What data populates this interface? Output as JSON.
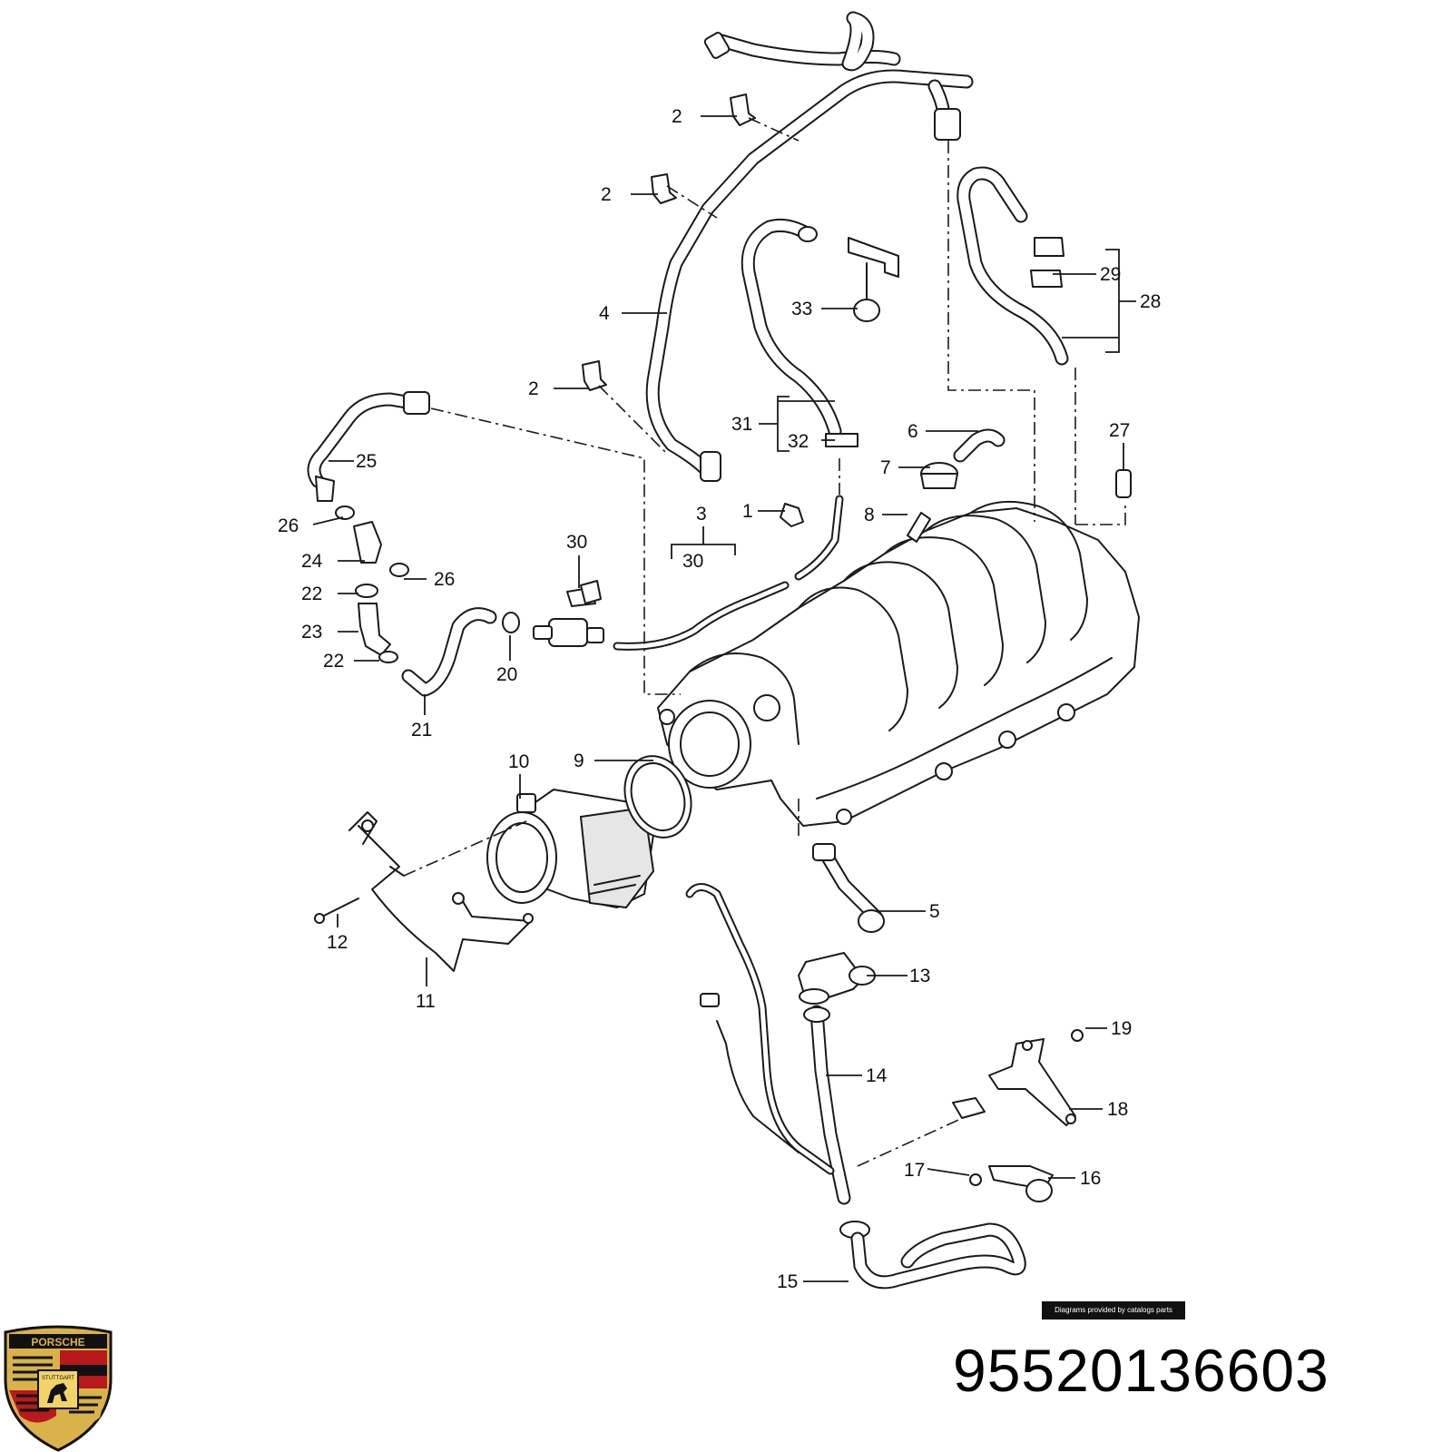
{
  "diagram": {
    "callouts": [
      {
        "id": "c2a",
        "label": "2"
      },
      {
        "id": "c2b",
        "label": "2"
      },
      {
        "id": "c4",
        "label": "4"
      },
      {
        "id": "c2c",
        "label": "2"
      },
      {
        "id": "c25",
        "label": "25"
      },
      {
        "id": "c26a",
        "label": "26"
      },
      {
        "id": "c24",
        "label": "24"
      },
      {
        "id": "c26b",
        "label": "26"
      },
      {
        "id": "c22a",
        "label": "22"
      },
      {
        "id": "c23",
        "label": "23"
      },
      {
        "id": "c22b",
        "label": "22"
      },
      {
        "id": "c21",
        "label": "21"
      },
      {
        "id": "c20",
        "label": "20"
      },
      {
        "id": "c30a",
        "label": "30"
      },
      {
        "id": "c3",
        "label": "3"
      },
      {
        "id": "c30b",
        "label": "30"
      },
      {
        "id": "c1",
        "label": "1"
      },
      {
        "id": "c31",
        "label": "31"
      },
      {
        "id": "c32",
        "label": "32"
      },
      {
        "id": "c33",
        "label": "33"
      },
      {
        "id": "c6",
        "label": "6"
      },
      {
        "id": "c7",
        "label": "7"
      },
      {
        "id": "c8",
        "label": "8"
      },
      {
        "id": "c27",
        "label": "27"
      },
      {
        "id": "c29",
        "label": "29"
      },
      {
        "id": "c28",
        "label": "28"
      },
      {
        "id": "c10",
        "label": "10"
      },
      {
        "id": "c9",
        "label": "9"
      },
      {
        "id": "c12",
        "label": "12"
      },
      {
        "id": "c11",
        "label": "11"
      },
      {
        "id": "c5",
        "label": "5"
      },
      {
        "id": "c13",
        "label": "13"
      },
      {
        "id": "c14",
        "label": "14"
      },
      {
        "id": "c19",
        "label": "19"
      },
      {
        "id": "c18",
        "label": "18"
      },
      {
        "id": "c17",
        "label": "17"
      },
      {
        "id": "c16",
        "label": "16"
      },
      {
        "id": "c15",
        "label": "15"
      }
    ]
  },
  "credit": "Diagrams provided by catalogs parts",
  "part_number": "95520136603",
  "brand": {
    "logo_text": "PORSCHE",
    "logo_city": "STUTTGART"
  },
  "colors": {
    "line": "#1a1a1a",
    "logo_gold": "#d9b24a",
    "logo_red": "#b8191c",
    "logo_black": "#111111"
  }
}
